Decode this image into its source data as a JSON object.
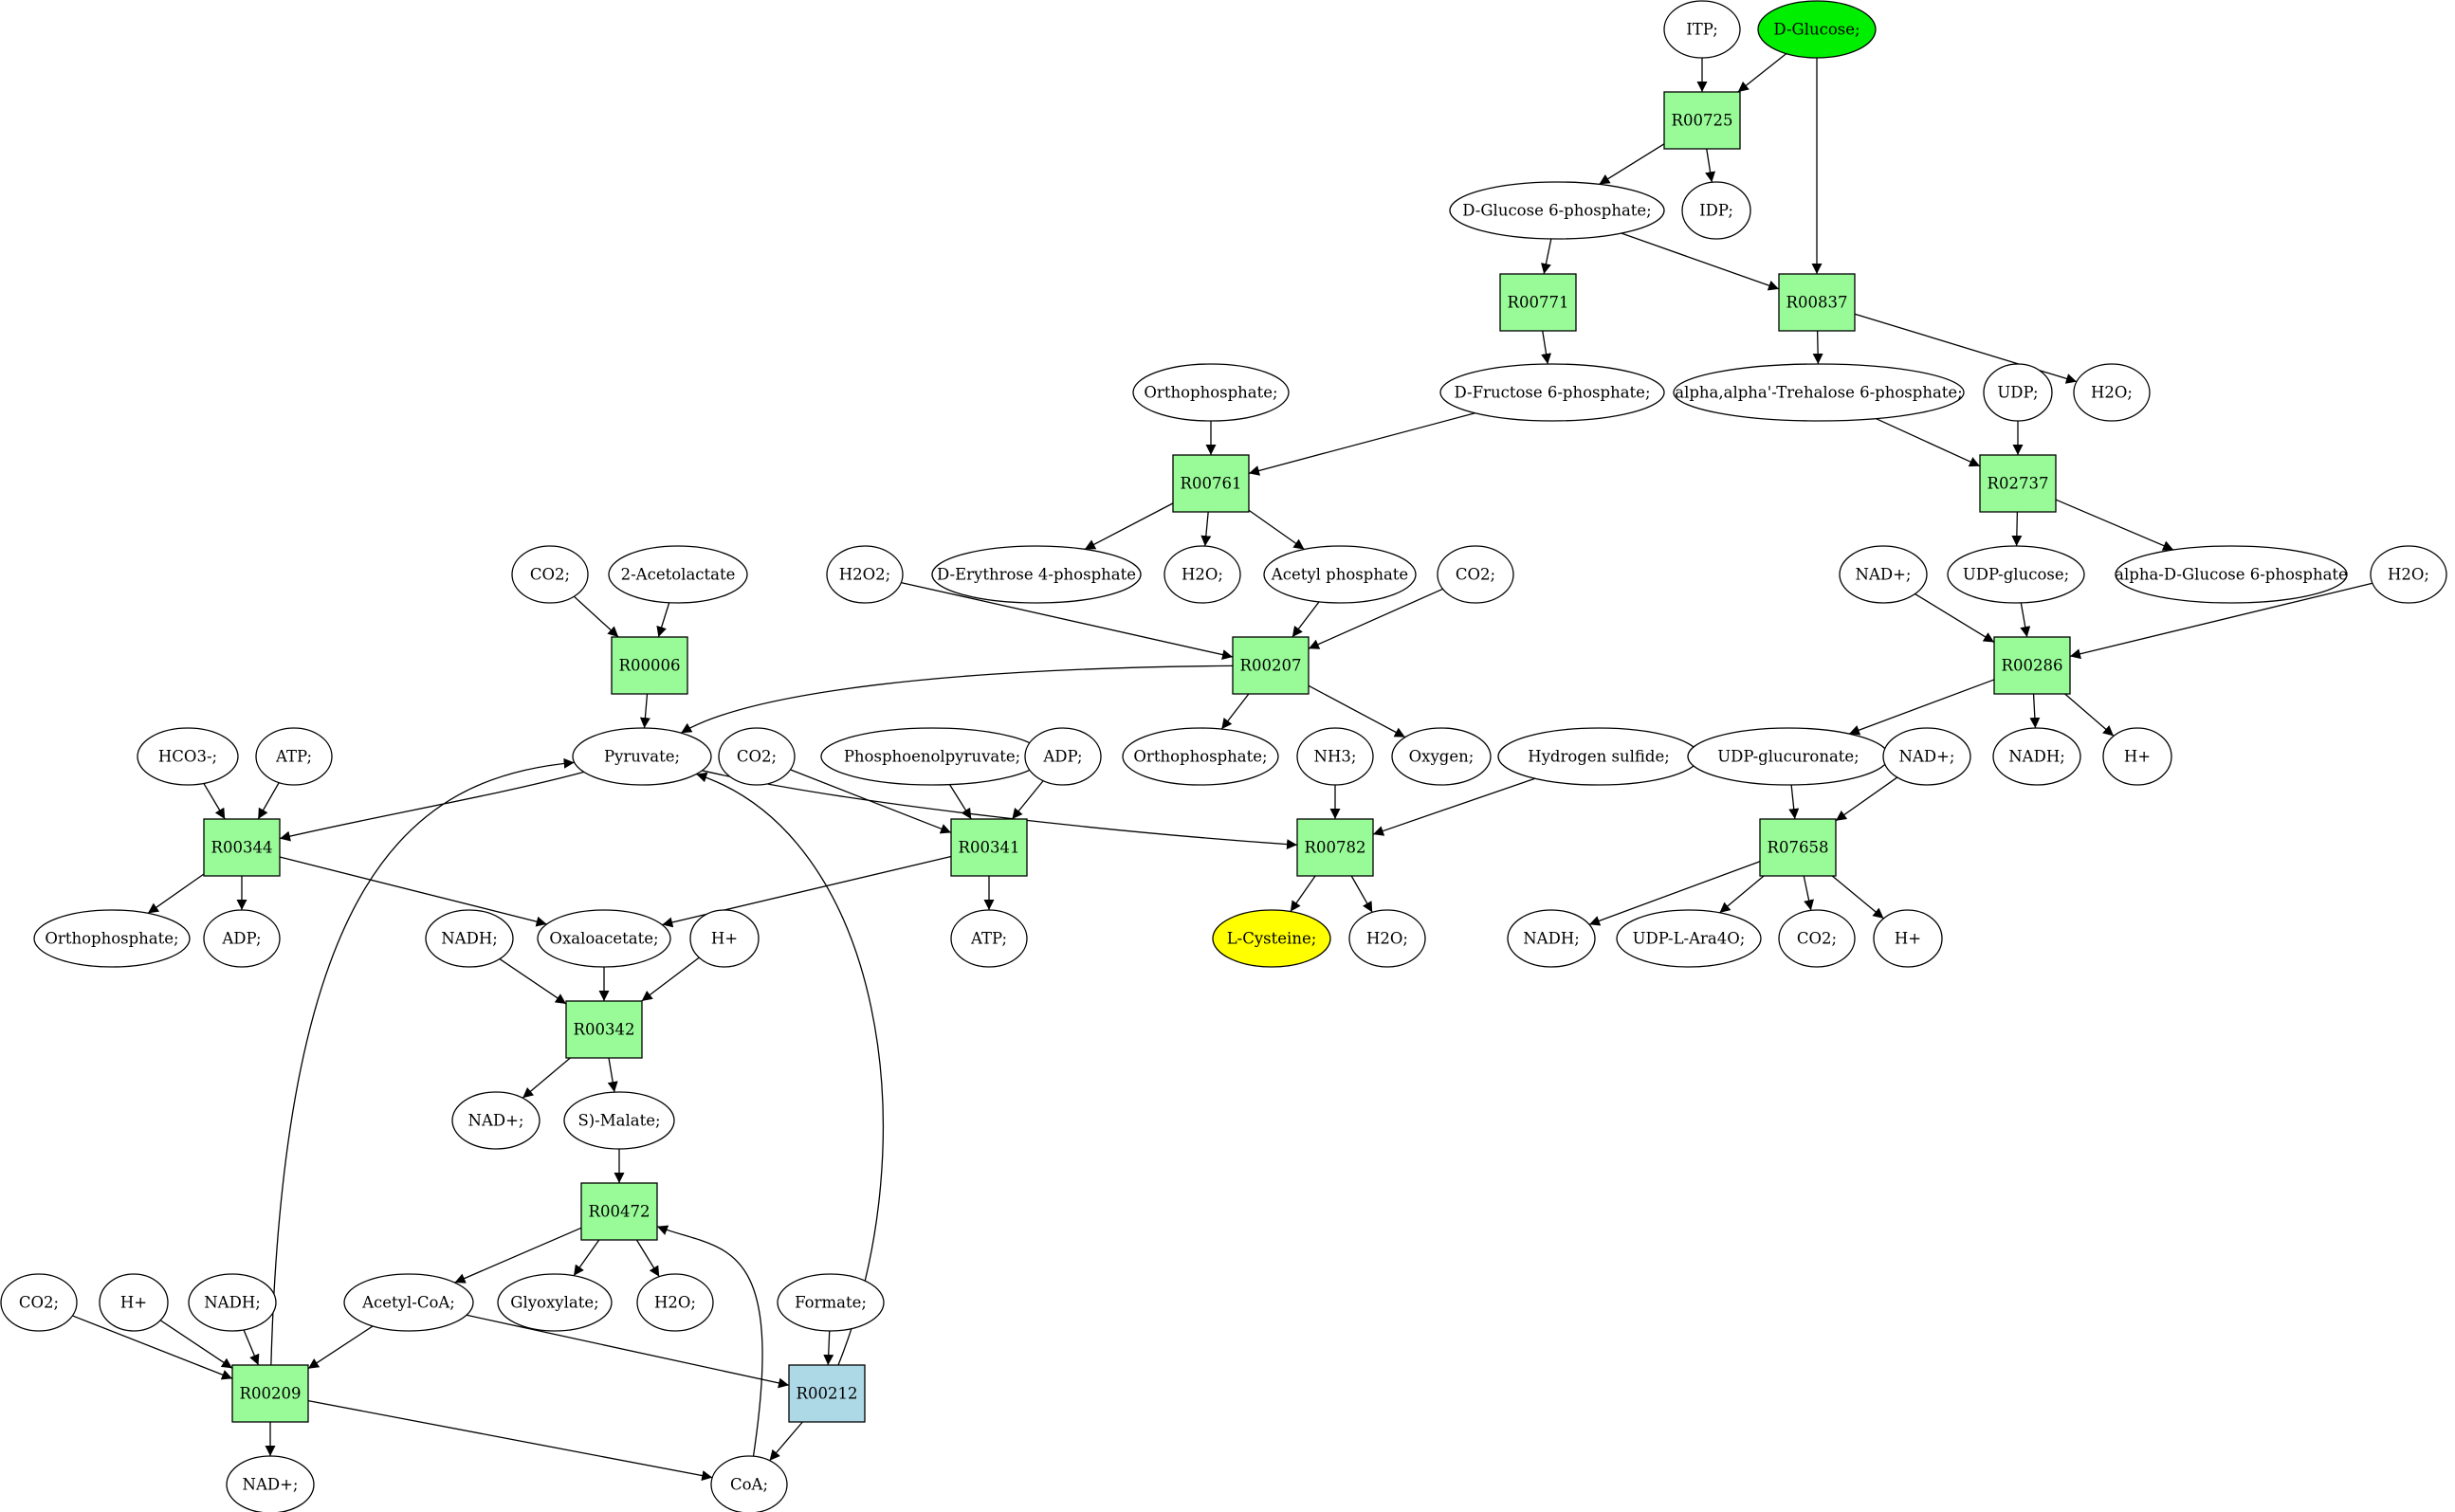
{
  "colors": {
    "reaction": "#98fb98",
    "reaction_alt": "#add8e6",
    "source_compound": "#00ee00",
    "target_compound": "#ffff00",
    "compound": "#ffffff"
  },
  "nodes": [
    {
      "id": "c_itp",
      "label": "ITP;"
    },
    {
      "id": "c_dglucose",
      "label": "D-Glucose;",
      "fill": "#00ee00"
    },
    {
      "id": "r_r00725",
      "label": "R00725",
      "fill": "#98fb98"
    },
    {
      "id": "c_g6p",
      "label": "D-Glucose 6-phosphate;"
    },
    {
      "id": "c_idp",
      "label": "IDP;"
    },
    {
      "id": "r_r00771",
      "label": "R00771",
      "fill": "#98fb98"
    },
    {
      "id": "r_r00837",
      "label": "R00837",
      "fill": "#98fb98"
    },
    {
      "id": "c_orthophosphate_in",
      "label": "Orthophosphate;"
    },
    {
      "id": "c_f6p",
      "label": "D-Fructose 6-phosphate;"
    },
    {
      "id": "c_trehalose6p",
      "label": "alpha,alpha'-Trehalose 6-phosphate;"
    },
    {
      "id": "c_udp",
      "label": "UDP;"
    },
    {
      "id": "c_h2o_r00837",
      "label": "H2O;"
    },
    {
      "id": "r_r00761",
      "label": "R00761",
      "fill": "#98fb98"
    },
    {
      "id": "r_r02737",
      "label": "R02737",
      "fill": "#98fb98"
    },
    {
      "id": "c_co2_r00006",
      "label": "CO2;"
    },
    {
      "id": "c_acetolactate",
      "label": "2-Acetolactate"
    },
    {
      "id": "c_h2o2",
      "label": "H2O2;"
    },
    {
      "id": "c_erythrose4p",
      "label": "D-Erythrose 4-phosphate"
    },
    {
      "id": "c_h2o_r00761",
      "label": "H2O;"
    },
    {
      "id": "c_acetylphosphate",
      "label": "Acetyl phosphate"
    },
    {
      "id": "c_co2_r00207",
      "label": "CO2;"
    },
    {
      "id": "c_nadplus_r00286",
      "label": "NAD+;"
    },
    {
      "id": "c_udpglucose",
      "label": "UDP-glucose;"
    },
    {
      "id": "c_adg6p",
      "label": "alpha-D-Glucose 6-phosphate"
    },
    {
      "id": "c_h2o_r00286",
      "label": "H2O;"
    },
    {
      "id": "r_r00006",
      "label": "R00006",
      "fill": "#98fb98"
    },
    {
      "id": "r_r00207",
      "label": "R00207",
      "fill": "#98fb98"
    },
    {
      "id": "r_r00286",
      "label": "R00286",
      "fill": "#98fb98"
    },
    {
      "id": "c_hco3",
      "label": "HCO3-;"
    },
    {
      "id": "c_atp_in",
      "label": "ATP;"
    },
    {
      "id": "c_pyruvate",
      "label": "Pyruvate;"
    },
    {
      "id": "c_co2_r00341",
      "label": "CO2;"
    },
    {
      "id": "c_pep",
      "label": "Phosphoenolpyruvate;"
    },
    {
      "id": "c_adp_in",
      "label": "ADP;"
    },
    {
      "id": "c_orthophosphate_r00207",
      "label": "Orthophosphate;"
    },
    {
      "id": "c_nh3",
      "label": "NH3;"
    },
    {
      "id": "c_oxygen",
      "label": "Oxygen;"
    },
    {
      "id": "c_h2s",
      "label": "Hydrogen sulfide;"
    },
    {
      "id": "c_udpglucuronate",
      "label": "UDP-glucuronate;"
    },
    {
      "id": "c_nadplus_r07658",
      "label": "NAD+;"
    },
    {
      "id": "c_nadh_r00286",
      "label": "NADH;"
    },
    {
      "id": "c_hplus_r00286",
      "label": "H+"
    },
    {
      "id": "r_r00344",
      "label": "R00344",
      "fill": "#98fb98"
    },
    {
      "id": "r_r00341",
      "label": "R00341",
      "fill": "#98fb98"
    },
    {
      "id": "r_r00782",
      "label": "R00782",
      "fill": "#98fb98"
    },
    {
      "id": "r_r07658",
      "label": "R07658",
      "fill": "#98fb98"
    },
    {
      "id": "c_orthophosphate_r00344",
      "label": "Orthophosphate;"
    },
    {
      "id": "c_adp_out",
      "label": "ADP;"
    },
    {
      "id": "c_nadh_r00342",
      "label": "NADH;"
    },
    {
      "id": "c_oxaloacetate",
      "label": "Oxaloacetate;"
    },
    {
      "id": "c_hplus_r00342",
      "label": "H+"
    },
    {
      "id": "c_atp_out",
      "label": "ATP;"
    },
    {
      "id": "c_lcysteine",
      "label": "L-Cysteine;",
      "fill": "#ffff00"
    },
    {
      "id": "c_h2o_r00782",
      "label": "H2O;"
    },
    {
      "id": "c_nadh_r07658",
      "label": "NADH;"
    },
    {
      "id": "c_udpara4o",
      "label": "UDP-L-Ara4O;"
    },
    {
      "id": "c_co2_r07658",
      "label": "CO2;"
    },
    {
      "id": "c_hplus_r07658",
      "label": "H+"
    },
    {
      "id": "r_r00342",
      "label": "R00342",
      "fill": "#98fb98"
    },
    {
      "id": "c_nadplus_r00342",
      "label": "NAD+;"
    },
    {
      "id": "c_smalate",
      "label": "S)-Malate;"
    },
    {
      "id": "r_r00472",
      "label": "R00472",
      "fill": "#98fb98"
    },
    {
      "id": "c_co2_r00209",
      "label": "CO2;"
    },
    {
      "id": "c_hplus_r00209",
      "label": "H+"
    },
    {
      "id": "c_nadh_r00209",
      "label": "NADH;"
    },
    {
      "id": "c_acetylcoa",
      "label": "Acetyl-CoA;"
    },
    {
      "id": "c_glyoxylate",
      "label": "Glyoxylate;"
    },
    {
      "id": "c_h2o_r00472",
      "label": "H2O;"
    },
    {
      "id": "c_formate",
      "label": "Formate;"
    },
    {
      "id": "r_r00209",
      "label": "R00209",
      "fill": "#98fb98"
    },
    {
      "id": "r_r00212",
      "label": "R00212",
      "fill": "#add8e6"
    },
    {
      "id": "c_nadplus_r00209",
      "label": "NAD+;"
    },
    {
      "id": "c_coa",
      "label": "CoA;"
    }
  ],
  "edges": [
    {
      "from": "c_itp",
      "to": "r_r00725"
    },
    {
      "from": "c_dglucose",
      "to": "r_r00725"
    },
    {
      "from": "c_dglucose",
      "to": "r_r00837"
    },
    {
      "from": "r_r00725",
      "to": "c_g6p"
    },
    {
      "from": "r_r00725",
      "to": "c_idp"
    },
    {
      "from": "c_g6p",
      "to": "r_r00771"
    },
    {
      "from": "c_g6p",
      "to": "r_r00837"
    },
    {
      "from": "r_r00771",
      "to": "c_f6p"
    },
    {
      "from": "r_r00837",
      "to": "c_trehalose6p"
    },
    {
      "from": "r_r00837",
      "to": "c_h2o_r00837"
    },
    {
      "from": "c_orthophosphate_in",
      "to": "r_r00761"
    },
    {
      "from": "c_f6p",
      "to": "r_r00761"
    },
    {
      "from": "c_trehalose6p",
      "to": "r_r02737"
    },
    {
      "from": "c_udp",
      "to": "r_r02737"
    },
    {
      "from": "r_r00761",
      "to": "c_erythrose4p"
    },
    {
      "from": "r_r00761",
      "to": "c_h2o_r00761"
    },
    {
      "from": "r_r00761",
      "to": "c_acetylphosphate"
    },
    {
      "from": "r_r02737",
      "to": "c_udpglucose"
    },
    {
      "from": "r_r02737",
      "to": "c_adg6p"
    },
    {
      "from": "c_co2_r00006",
      "to": "r_r00006"
    },
    {
      "from": "c_acetolactate",
      "to": "r_r00006"
    },
    {
      "from": "c_h2o2",
      "to": "r_r00207"
    },
    {
      "from": "c_acetylphosphate",
      "to": "r_r00207"
    },
    {
      "from": "c_co2_r00207",
      "to": "r_r00207"
    },
    {
      "from": "c_nadplus_r00286",
      "to": "r_r00286"
    },
    {
      "from": "c_udpglucose",
      "to": "r_r00286"
    },
    {
      "from": "c_h2o_r00286",
      "to": "r_r00286"
    },
    {
      "from": "r_r00006",
      "to": "c_pyruvate"
    },
    {
      "from": "r_r00207",
      "to": "c_pyruvate"
    },
    {
      "from": "r_r00207",
      "to": "c_orthophosphate_r00207"
    },
    {
      "from": "r_r00207",
      "to": "c_oxygen"
    },
    {
      "from": "r_r00286",
      "to": "c_udpglucuronate"
    },
    {
      "from": "r_r00286",
      "to": "c_nadh_r00286"
    },
    {
      "from": "r_r00286",
      "to": "c_hplus_r00286"
    },
    {
      "from": "c_hco3",
      "to": "r_r00344"
    },
    {
      "from": "c_atp_in",
      "to": "r_r00344"
    },
    {
      "from": "c_pyruvate",
      "to": "r_r00344"
    },
    {
      "from": "c_pyruvate",
      "to": "r_r00782"
    },
    {
      "from": "c_co2_r00341",
      "to": "r_r00341"
    },
    {
      "from": "c_pep",
      "to": "r_r00341"
    },
    {
      "from": "c_adp_in",
      "to": "r_r00341"
    },
    {
      "from": "c_nh3",
      "to": "r_r00782"
    },
    {
      "from": "c_h2s",
      "to": "r_r00782"
    },
    {
      "from": "c_udpglucuronate",
      "to": "r_r07658"
    },
    {
      "from": "c_nadplus_r07658",
      "to": "r_r07658"
    },
    {
      "from": "r_r00344",
      "to": "c_orthophosphate_r00344"
    },
    {
      "from": "r_r00344",
      "to": "c_adp_out"
    },
    {
      "from": "r_r00344",
      "to": "c_oxaloacetate"
    },
    {
      "from": "r_r00341",
      "to": "c_oxaloacetate"
    },
    {
      "from": "r_r00341",
      "to": "c_atp_out"
    },
    {
      "from": "r_r00782",
      "to": "c_lcysteine"
    },
    {
      "from": "r_r00782",
      "to": "c_h2o_r00782"
    },
    {
      "from": "r_r07658",
      "to": "c_nadh_r07658"
    },
    {
      "from": "r_r07658",
      "to": "c_udpara4o"
    },
    {
      "from": "r_r07658",
      "to": "c_co2_r07658"
    },
    {
      "from": "r_r07658",
      "to": "c_hplus_r07658"
    },
    {
      "from": "c_nadh_r00342",
      "to": "r_r00342"
    },
    {
      "from": "c_oxaloacetate",
      "to": "r_r00342"
    },
    {
      "from": "c_hplus_r00342",
      "to": "r_r00342"
    },
    {
      "from": "r_r00342",
      "to": "c_nadplus_r00342"
    },
    {
      "from": "r_r00342",
      "to": "c_smalate"
    },
    {
      "from": "c_smalate",
      "to": "r_r00472"
    },
    {
      "from": "c_coa",
      "to": "r_r00472"
    },
    {
      "from": "r_r00472",
      "to": "c_acetylcoa"
    },
    {
      "from": "r_r00472",
      "to": "c_glyoxylate"
    },
    {
      "from": "r_r00472",
      "to": "c_h2o_r00472"
    },
    {
      "from": "c_co2_r00209",
      "to": "r_r00209"
    },
    {
      "from": "c_hplus_r00209",
      "to": "r_r00209"
    },
    {
      "from": "c_nadh_r00209",
      "to": "r_r00209"
    },
    {
      "from": "c_acetylcoa",
      "to": "r_r00209"
    },
    {
      "from": "c_acetylcoa",
      "to": "r_r00212"
    },
    {
      "from": "c_formate",
      "to": "r_r00212"
    },
    {
      "from": "r_r00209",
      "to": "c_pyruvate"
    },
    {
      "from": "r_r00209",
      "to": "c_nadplus_r00209"
    },
    {
      "from": "r_r00209",
      "to": "c_coa"
    },
    {
      "from": "r_r00212",
      "to": "c_pyruvate"
    },
    {
      "from": "r_r00212",
      "to": "c_coa"
    }
  ]
}
